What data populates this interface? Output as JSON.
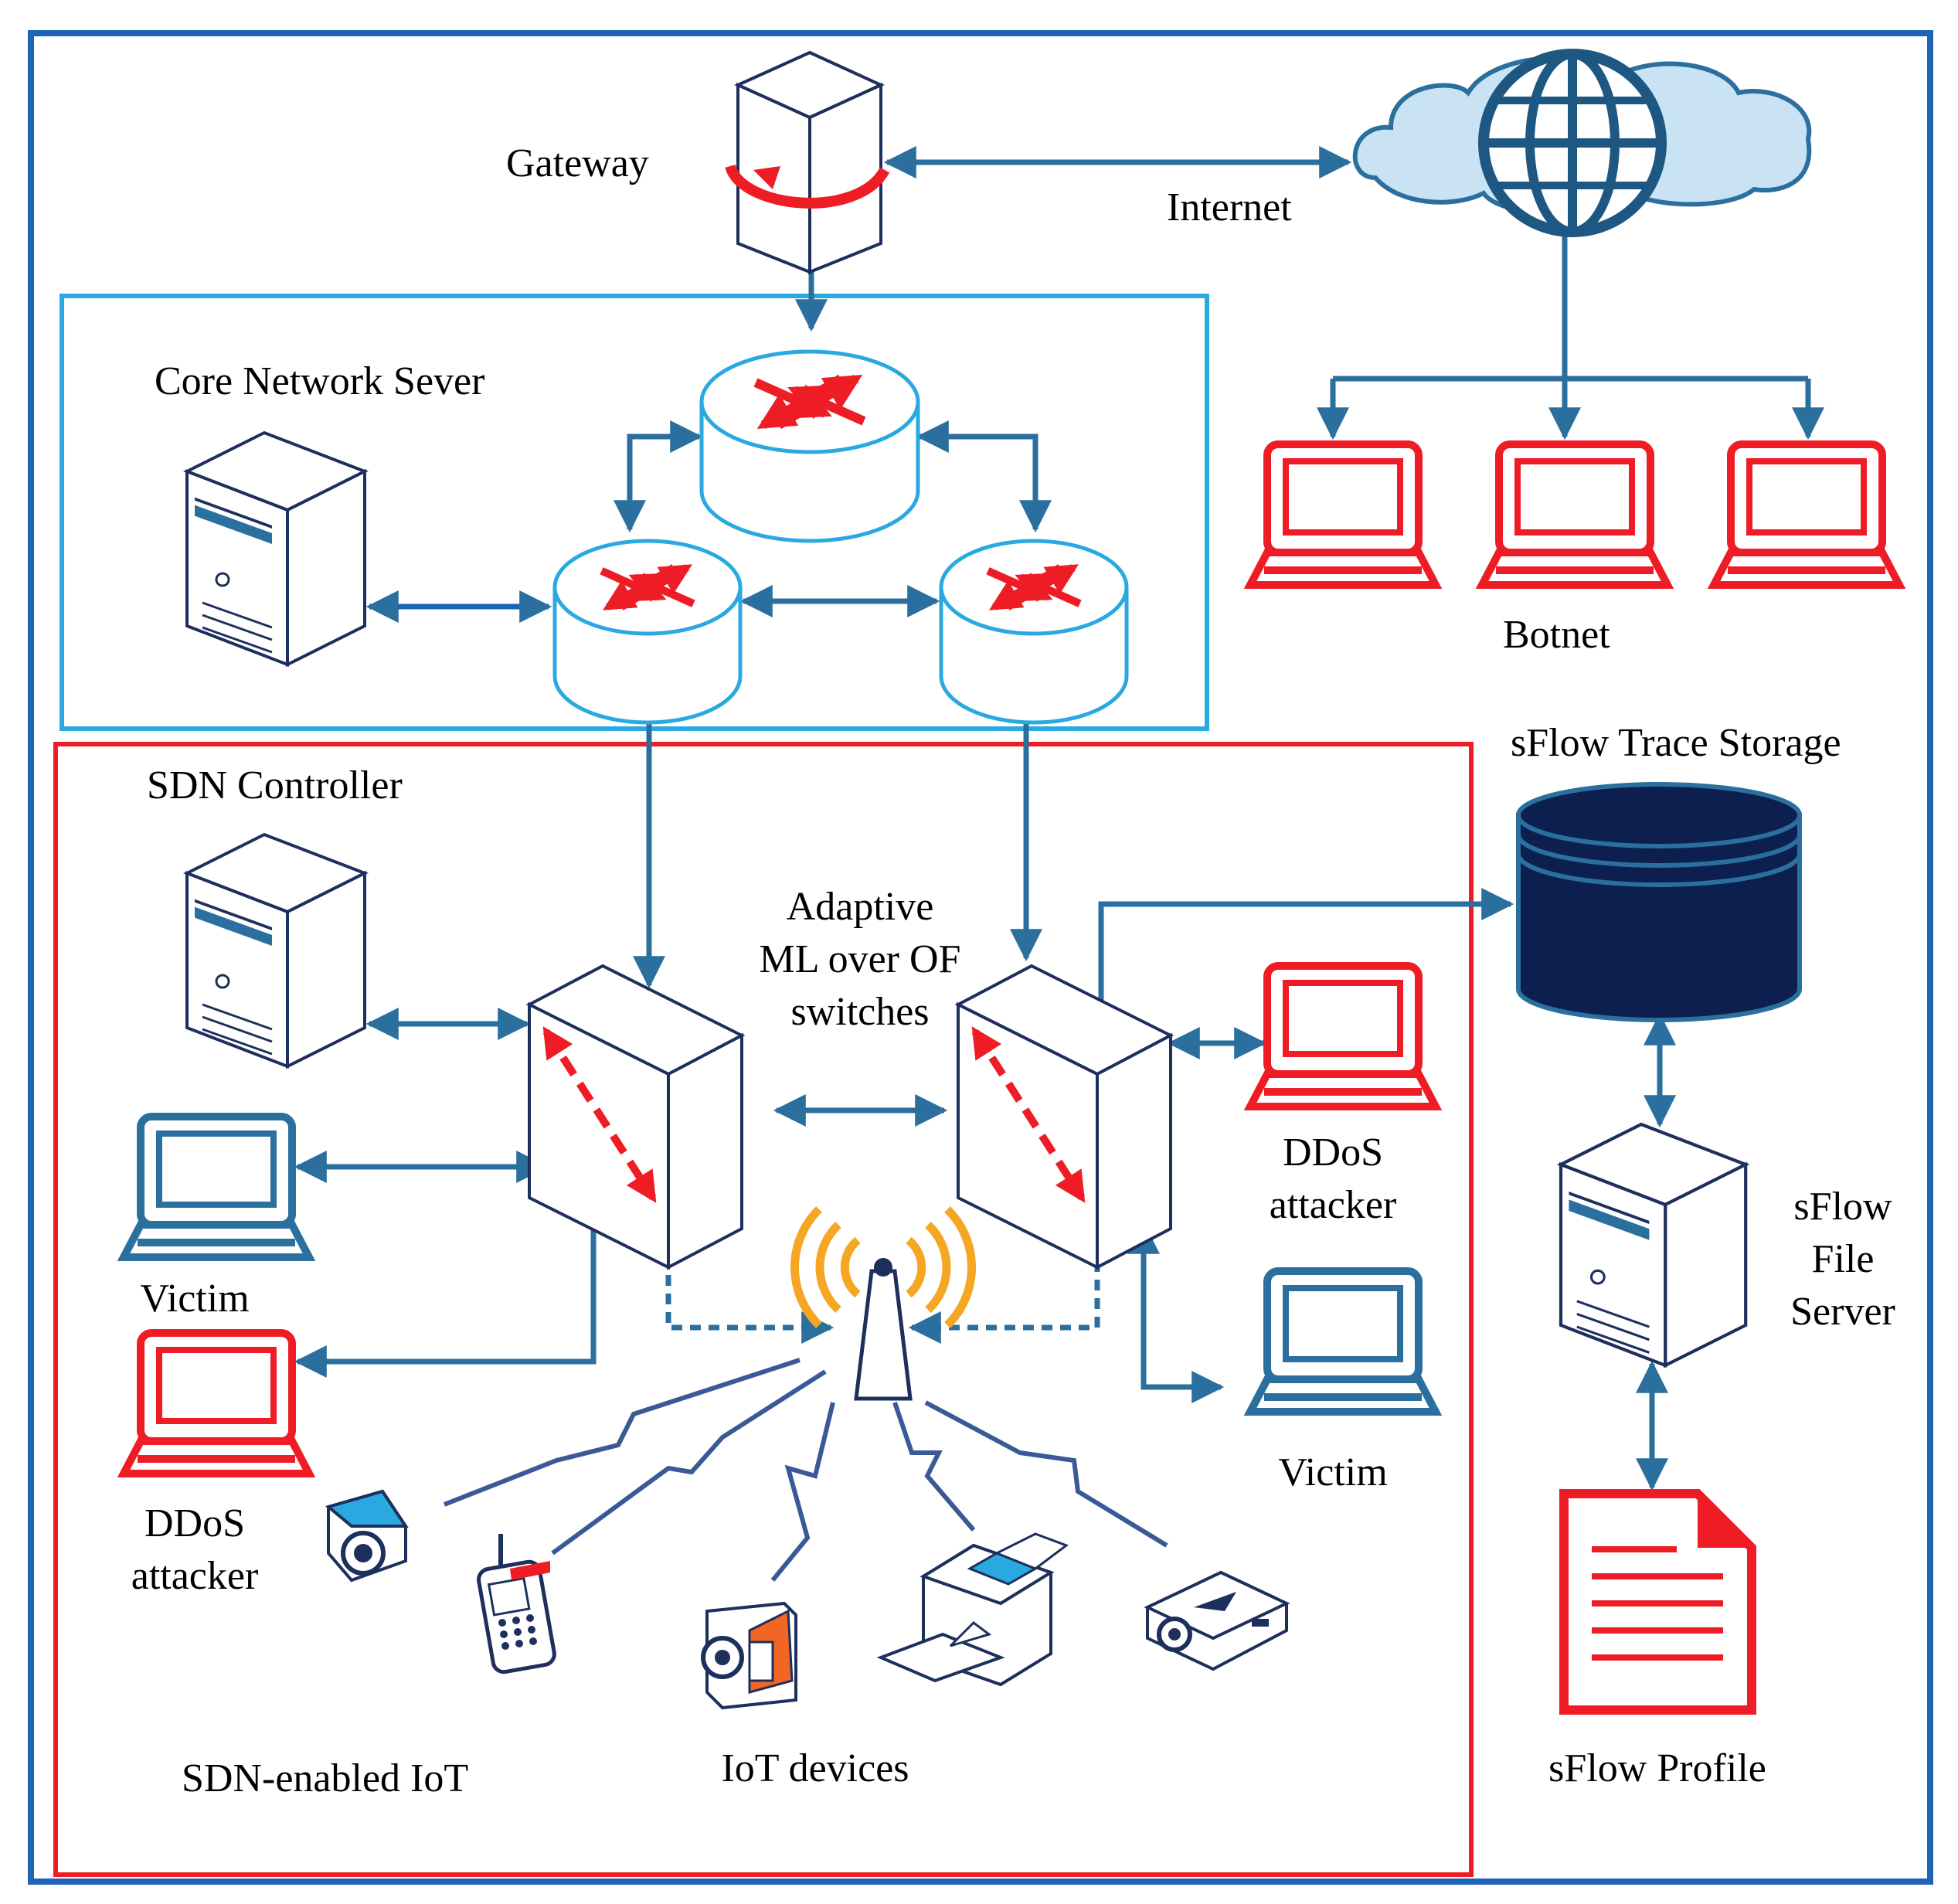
{
  "labels": {
    "gateway": "Gateway",
    "internet": "Internet",
    "core_network": "Core Network Sever",
    "botnet": "Botnet",
    "sflow_trace_storage": "sFlow Trace Storage",
    "sdn_controller": "SDN Controller",
    "adaptive_1": "Adaptive",
    "adaptive_2": "ML over OF",
    "adaptive_3": "switches",
    "ddos_right_1": "DDoS",
    "ddos_right_2": "attacker",
    "victim_left": "Victim",
    "victim_right": "Victim",
    "ddos_left_1": "DDoS",
    "ddos_left_2": "attacker",
    "sflow_file_1": "sFlow",
    "sflow_file_2": "File",
    "sflow_file_3": "Server",
    "sdn_iot": "SDN-enabled IoT",
    "iot_devices": "IoT devices",
    "sflow_profile": "sFlow Profile"
  },
  "colors": {
    "outer_border": "#1f63b8",
    "core_border": "#29a9e0",
    "sdn_border": "#ee1c24",
    "link": "#2a6f9e",
    "attacker": "#ee1c24",
    "victim": "#2a6f9e",
    "storage": "#0d1f4f",
    "antenna": "#f5a623"
  },
  "icons": [
    "gateway-server-icon",
    "internet-cloud-icon",
    "router-icon",
    "server-icon",
    "openflow-switch-icon",
    "laptop-icon",
    "database-icon",
    "document-icon",
    "antenna-icon",
    "camera-icon",
    "phone-icon",
    "camcorder-icon",
    "printer-icon",
    "projector-icon"
  ]
}
